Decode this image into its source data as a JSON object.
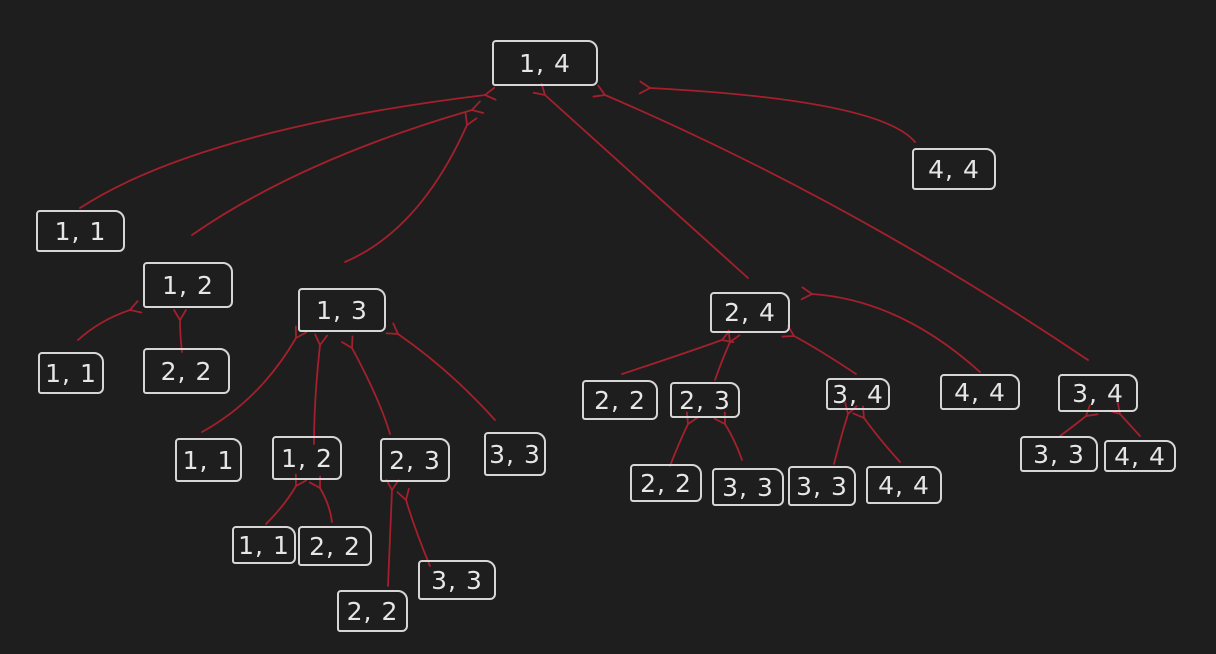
{
  "nodes": [
    {
      "label": "1, 4"
    },
    {
      "label": "4, 4"
    },
    {
      "label": "1, 1"
    },
    {
      "label": "1, 2"
    },
    {
      "label": "1, 3"
    },
    {
      "label": "2, 4"
    },
    {
      "label": "1, 1"
    },
    {
      "label": "2, 2"
    },
    {
      "label": "1, 1"
    },
    {
      "label": "1, 2"
    },
    {
      "label": "2, 3"
    },
    {
      "label": "3, 3"
    },
    {
      "label": "2, 2"
    },
    {
      "label": "2, 3"
    },
    {
      "label": "3, 4"
    },
    {
      "label": "4, 4"
    },
    {
      "label": "3, 4"
    },
    {
      "label": "2, 2"
    },
    {
      "label": "3, 3"
    },
    {
      "label": "3, 3"
    },
    {
      "label": "4, 4"
    },
    {
      "label": "3, 3"
    },
    {
      "label": "4, 4"
    },
    {
      "label": "1, 1"
    },
    {
      "label": "2, 2"
    },
    {
      "label": "2, 2"
    },
    {
      "label": "3, 3"
    }
  ],
  "colors": {
    "background": "#1e1e1e",
    "node_stroke": "#d6d6d6",
    "arrow": "#a3202c"
  }
}
